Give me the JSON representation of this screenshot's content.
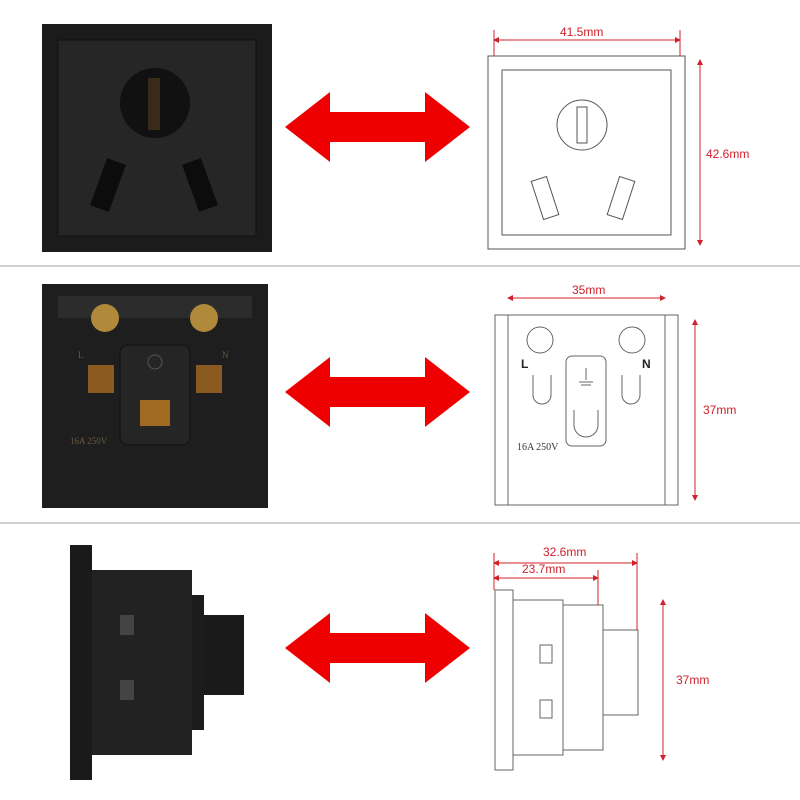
{
  "colors": {
    "arrow": "#ee0000",
    "dimension": "#d0202a",
    "divider": "#cfcfcf",
    "product": "#1c1c1c"
  },
  "front": {
    "width_label": "41.5mm",
    "height_label": "42.6mm"
  },
  "back": {
    "width_label": "35mm",
    "height_label": "37mm",
    "live_label": "L",
    "neutral_label": "N",
    "rating": "16A 250V",
    "photo_rating": "16A 250V",
    "photo_live": "L",
    "photo_neutral": "N"
  },
  "side": {
    "total_depth_label": "32.6mm",
    "body_depth_label": "23.7mm",
    "height_label": "37mm"
  }
}
